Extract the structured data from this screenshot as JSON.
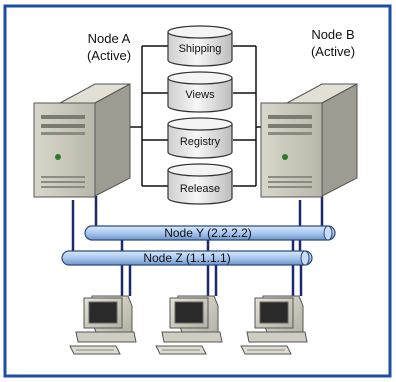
{
  "nodes": {
    "a": {
      "name": "Node A",
      "status": "(Active)"
    },
    "b": {
      "name": "Node B",
      "status": "(Active)"
    }
  },
  "storage": [
    {
      "label": "Shipping"
    },
    {
      "label": "Views"
    },
    {
      "label": "Registry"
    },
    {
      "label": "Release"
    }
  ],
  "networks": [
    {
      "label": "Node Y (2.2.2.2)"
    },
    {
      "label": "Node Z (1.1.1.1)"
    }
  ],
  "clients_count": 3,
  "colors": {
    "frame": "#1b4fa3",
    "pipe": "#a9c8ef",
    "pipe_edge": "#2c4a7c",
    "cable": "#1a2a6c",
    "server_body": "#c8c6b9",
    "disk": "#e6e6e6"
  }
}
